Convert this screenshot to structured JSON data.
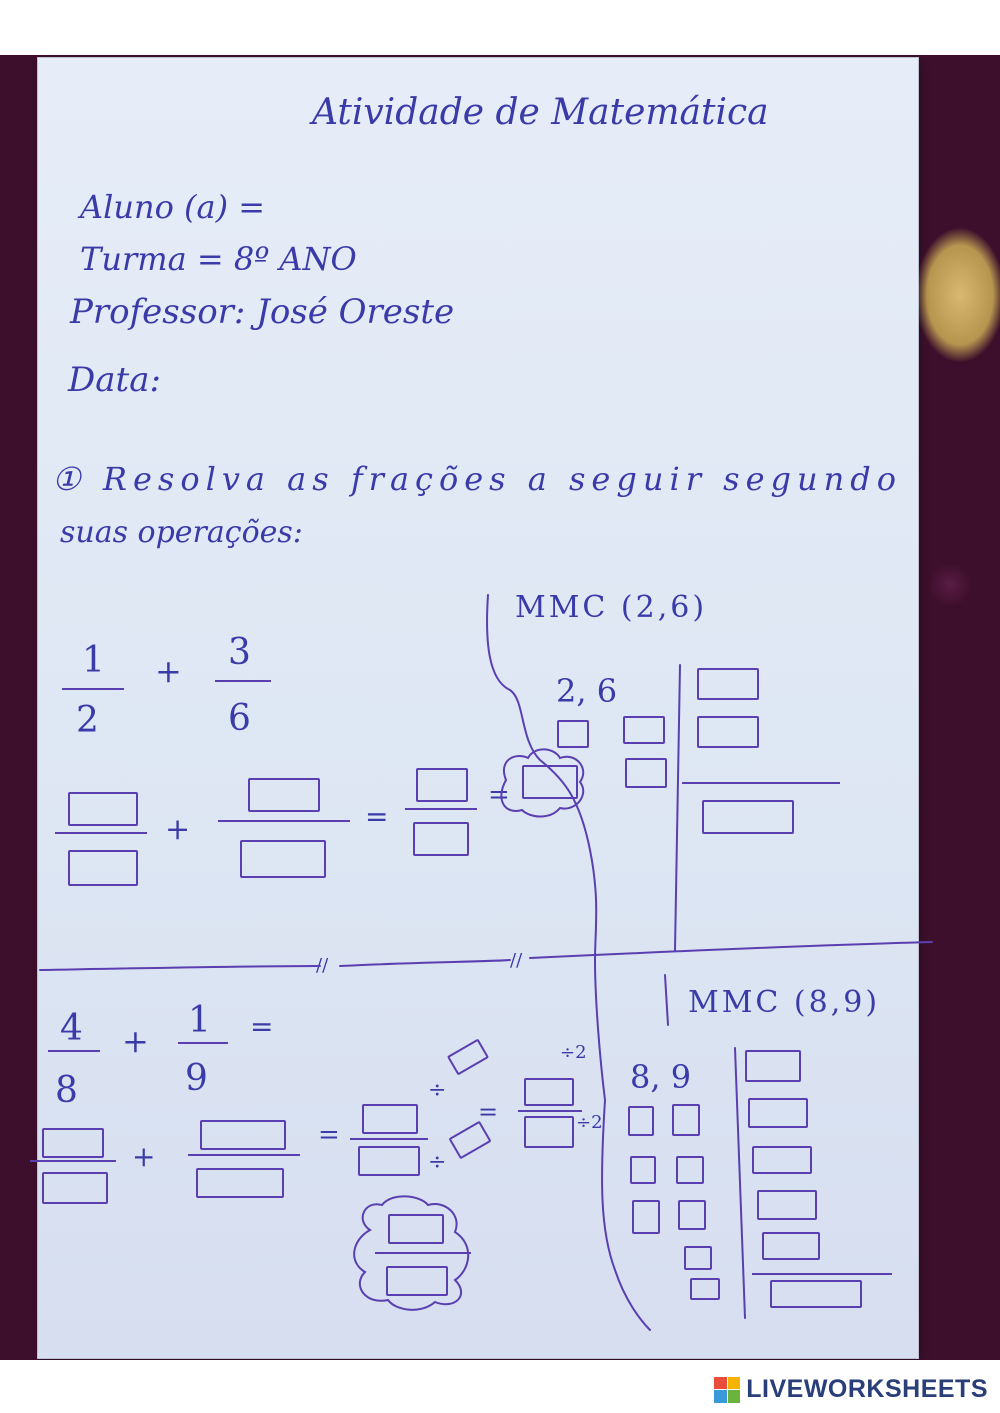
{
  "worksheet": {
    "title": "Atividade de Matemática",
    "aluno_label": "Aluno (a) =",
    "turma_label": "Turma = 8º ANO",
    "professor_label": "Professor: José Oreste",
    "data_label": "Data:",
    "question1": "① Resolva as frações a seguir segundo",
    "question1_cont": "suas operações:"
  },
  "problem1": {
    "mmc_label": "MMC (2,6)",
    "mmc_numbers": "2, 6",
    "frac1_num": "1",
    "frac1_den": "2",
    "plus": "+",
    "frac2_num": "3",
    "frac2_den": "6",
    "equals": "="
  },
  "problem2": {
    "mmc_label": "MMC (8,9)",
    "mmc_numbers": "8, 9",
    "frac1_num": "4",
    "frac1_den": "8",
    "plus": "+",
    "frac2_num": "1",
    "frac2_den": "9",
    "equals": "=",
    "div_symbol": "÷",
    "div2": "÷2"
  },
  "divider_mark": "//",
  "brand": {
    "name": "LIVEWORKSHEETS",
    "icon": "liveworksheets-logo-icon"
  }
}
